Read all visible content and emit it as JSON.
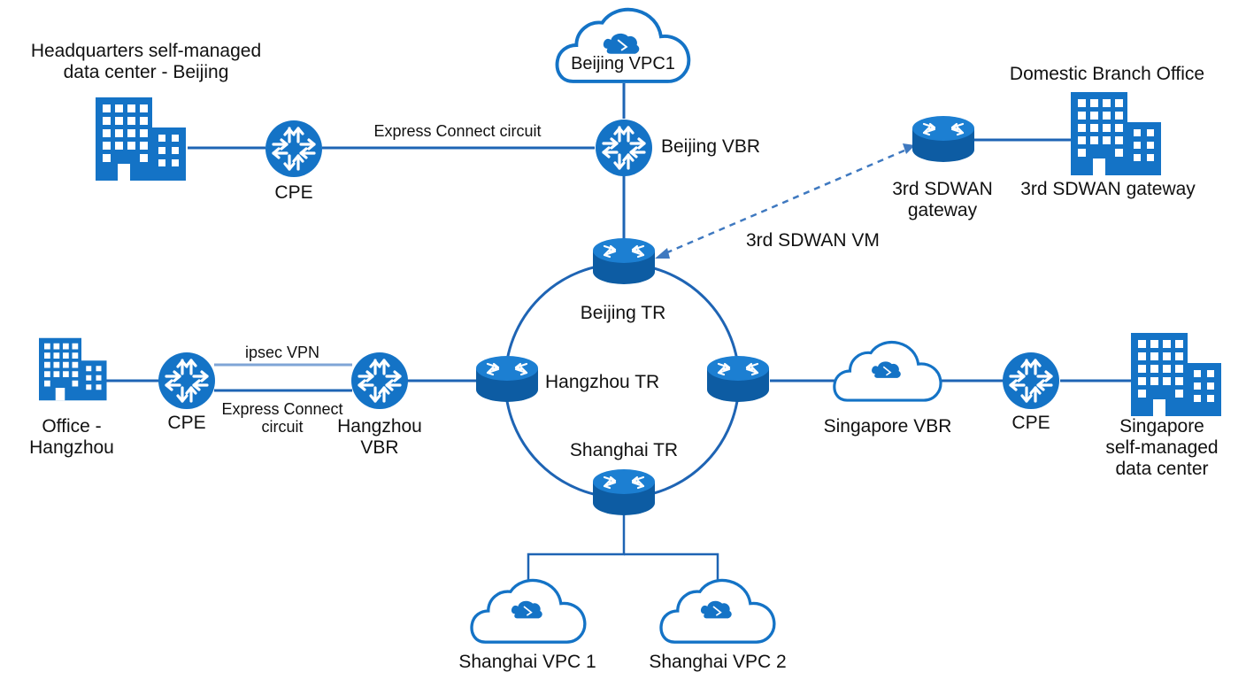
{
  "colors": {
    "primary": "#1473c6",
    "primary_dark": "#0d5ca3",
    "line": "#1e64b4",
    "text": "#111111",
    "background": "#ffffff"
  },
  "icons": {
    "building": "building-icon",
    "cpe": "router-circle-icon",
    "tr": "transit-router-cylinder-icon",
    "cloud": "cloud-icon",
    "sdwan": "sdwan-gateway-cylinder-icon"
  },
  "labels": {
    "hq_dc": [
      "Headquarters self-managed",
      "data center - Beijing"
    ],
    "hq_cpe": "CPE",
    "express_connect_top": "Express Connect circuit",
    "beijing_vpc1": "Beijing VPC1",
    "beijing_vbr": "Beijing VBR",
    "domestic_branch": "Domestic Branch Office",
    "sdwan_gateway_device": [
      "3rd SDWAN",
      "gateway"
    ],
    "sdwan_gateway_branch": "3rd SDWAN gateway",
    "sdwan_vm": "3rd SDWAN VM",
    "beijing_tr": "Beijing TR",
    "hangzhou_tr": "Hangzhou TR",
    "shanghai_tr": "Shanghai TR",
    "ipsec_vpn": "ipsec VPN",
    "express_connect_mid": [
      "Express Connect",
      "circuit"
    ],
    "office_hangzhou": [
      "Office -",
      "Hangzhou"
    ],
    "hangzhou_cpe": "CPE",
    "hangzhou_vbr": [
      "Hangzhou",
      "VBR"
    ],
    "singapore_vbr": "Singapore VBR",
    "singapore_cpe": "CPE",
    "singapore_dc": [
      "Singapore",
      "self-managed",
      "data center"
    ],
    "shanghai_vpc1": "Shanghai VPC 1",
    "shanghai_vpc2": "Shanghai VPC 2"
  }
}
